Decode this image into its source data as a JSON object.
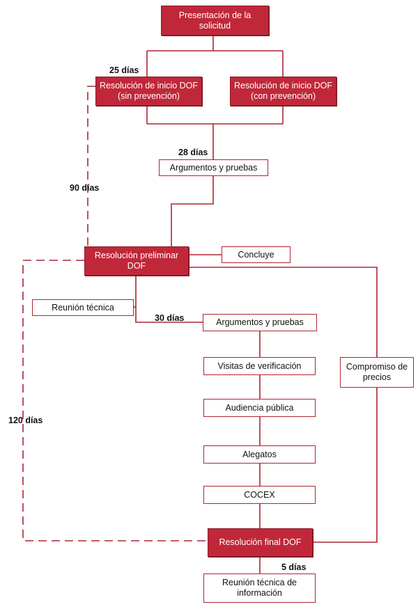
{
  "nodes": {
    "presentacion": "Presentación de la solicitud",
    "inicio_sin": "Resolución de inicio DOF (sin prevención)",
    "inicio_con": "Resolución de inicio DOF (con prevención)",
    "argumentos_1": "Argumentos y pruebas",
    "preliminar": "Resolución preliminar DOF",
    "concluye": "Concluye",
    "reunion_tecnica": "Reunión técnica",
    "argumentos_2": "Argumentos y pruebas",
    "visitas": "Visitas de verificación",
    "audiencia": "Audiencia pública",
    "alegatos": "Alegatos",
    "cocex": "COCEX",
    "compromiso": "Compromiso de precios",
    "final": "Resolución final DOF",
    "reunion_info": "Reunión técnica de información"
  },
  "labels": {
    "d25": "25 días",
    "d28": "28 días",
    "d90": "90 días",
    "d30": "30 días",
    "d120": "120 días",
    "d5": "5 días"
  },
  "colors": {
    "accent": "#c0283a",
    "line": "#b02434"
  }
}
